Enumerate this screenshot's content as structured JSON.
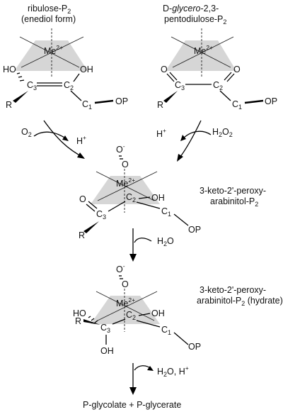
{
  "scheme": {
    "top_left": {
      "name_line1": "ribulose-P",
      "name_line1_sub": "2",
      "name_line2": "(enediol form)",
      "metal": "Me",
      "metal_charge": "2+",
      "o_left": "HO",
      "o_right": "OH",
      "c3": "C",
      "c3_sub": "3",
      "c2": "C",
      "c2_sub": "2",
      "c1": "C",
      "c1_sub": "1",
      "r": "R",
      "op": "OP"
    },
    "top_right": {
      "name_line1_prefix": "D-",
      "name_line1_ital": "glycero",
      "name_line1_suffix": "-2,3-",
      "name_line2": "pentodiulose-P",
      "name_line2_sub": "2",
      "metal": "Me",
      "metal_charge": "2+",
      "o_left": "O",
      "o_right": "O",
      "c3": "C",
      "c3_sub": "3",
      "c2": "C",
      "c2_sub": "2",
      "c1": "C",
      "c1_sub": "1",
      "r": "R",
      "op": "OP"
    },
    "arrows_top": {
      "left_reagent": "O",
      "left_reagent_sub": "2",
      "left_product": "H",
      "left_product_sup": "+",
      "right_reagent": "H",
      "right_reagent_sub": "2",
      "right_reagent_tail": "O",
      "right_reagent_tail_sub": "2",
      "right_product": "H",
      "right_product_sup": "+"
    },
    "middle": {
      "peroxy_o_top": "O",
      "peroxy_o_top_sup": "-",
      "peroxy_o_bottom": "O",
      "metal": "Me",
      "metal_charge": "2+",
      "o_left": "O",
      "oh": "OH",
      "c3": "C",
      "c3_sub": "3",
      "c2": "C",
      "c2_sub": "2",
      "c1": "C",
      "c1_sub": "1",
      "r": "R",
      "op": "OP",
      "name_line1": "3-keto-2'-peroxy-",
      "name_line2": "arabinitol-P",
      "name_line2_sub": "2"
    },
    "arrow_mid": {
      "reagent": "H",
      "reagent_sub": "2",
      "reagent_tail": "O"
    },
    "bottom": {
      "peroxy_o_top": "O",
      "peroxy_o_top_sup": "-",
      "peroxy_o_bottom": "O",
      "metal": "Me",
      "metal_charge": "2+",
      "ho_left": "HO",
      "oh_right": "OH",
      "oh_below": "OH",
      "c3": "C",
      "c3_sub": "3",
      "c2": "C",
      "c2_sub": "2",
      "c1": "C",
      "c1_sub": "1",
      "r": "R",
      "op": "OP",
      "name_line1": "3-keto-2'-peroxy-",
      "name_line2": "arabinitol-P",
      "name_line2_sub": "2",
      "name_line2_tail": " (hydrate)"
    },
    "arrow_bottom": {
      "product1": "H",
      "product1_sub": "2",
      "product1_tail": "O, H",
      "product1_sup": "+"
    },
    "final_products": "P-glycolate + P-glycerate"
  }
}
